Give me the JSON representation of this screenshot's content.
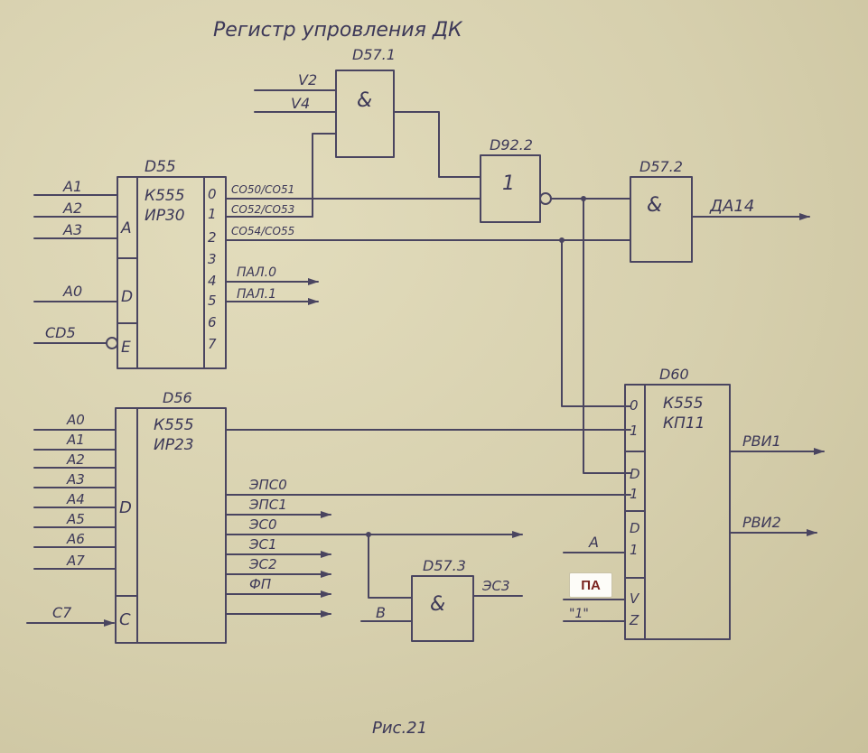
{
  "title": "Регистр упровления ДК",
  "caption": "Рис.21",
  "badge": "ПА",
  "chips": {
    "d55": {
      "ref": "D55",
      "type1": "К555",
      "type2": "ИР30",
      "addr_group": "A",
      "data": "D",
      "enable": "E",
      "outputs": [
        "0",
        "1",
        "2",
        "3",
        "4",
        "5",
        "6",
        "7"
      ]
    },
    "d56": {
      "ref": "D56",
      "type1": "К555",
      "type2": "ИР23",
      "data": "D",
      "clock": "C"
    },
    "d60": {
      "ref": "D60",
      "type1": "К555",
      "type2": "КП11",
      "pins": [
        "0",
        "1",
        "D",
        "1",
        "D",
        "1",
        "V",
        "Z"
      ]
    },
    "d57_1": {
      "ref": "D57.1",
      "sym": "&"
    },
    "d92_2": {
      "ref": "D92.2",
      "sym": "1"
    },
    "d57_2": {
      "ref": "D57.2",
      "sym": "&"
    },
    "d57_3": {
      "ref": "D57.3",
      "sym": "&"
    }
  },
  "signals": {
    "d55_inputs": [
      "A1",
      "A2",
      "A3",
      "A0",
      "CD5"
    ],
    "d55_outputs": [
      "CO50/CO51",
      "CO52/CO53",
      "CO54/CO55",
      "ПАЛ.0",
      "ПАЛ.1"
    ],
    "gate_inputs": [
      "V2",
      "V4"
    ],
    "d57_2_out": "ДА14",
    "d56_inputs": [
      "A0",
      "A1",
      "A2",
      "A3",
      "A4",
      "A5",
      "A6",
      "A7",
      "C7"
    ],
    "d56_outputs": [
      "ЭПС0",
      "ЭПС1",
      "ЭС0",
      "ЭС1",
      "ЭС2",
      "ФП"
    ],
    "d57_3_in": "В",
    "d57_3_out": "ЭС3",
    "d60_inputs": [
      "А",
      "\"1\""
    ],
    "d60_outputs": [
      "РВИ1",
      "РВИ2"
    ]
  }
}
